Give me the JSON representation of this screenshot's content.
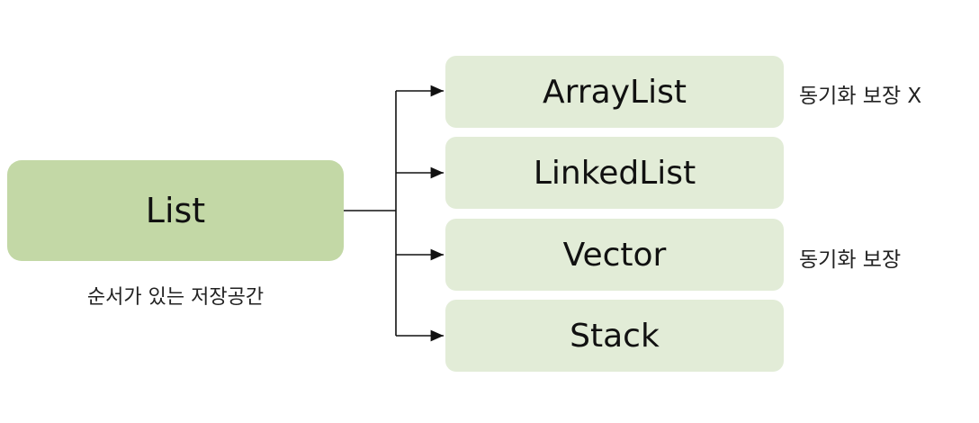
{
  "root": {
    "label": "List",
    "caption": "순서가 있는 저장공간"
  },
  "children": [
    {
      "label": "ArrayList",
      "note": "동기화 보장 X"
    },
    {
      "label": "LinkedList",
      "note": ""
    },
    {
      "label": "Vector",
      "note": "동기화 보장"
    },
    {
      "label": "Stack",
      "note": ""
    }
  ],
  "colors": {
    "root_fill": "#c3d8a6",
    "child_fill": "#e2ecd7",
    "connector": "#111111"
  }
}
